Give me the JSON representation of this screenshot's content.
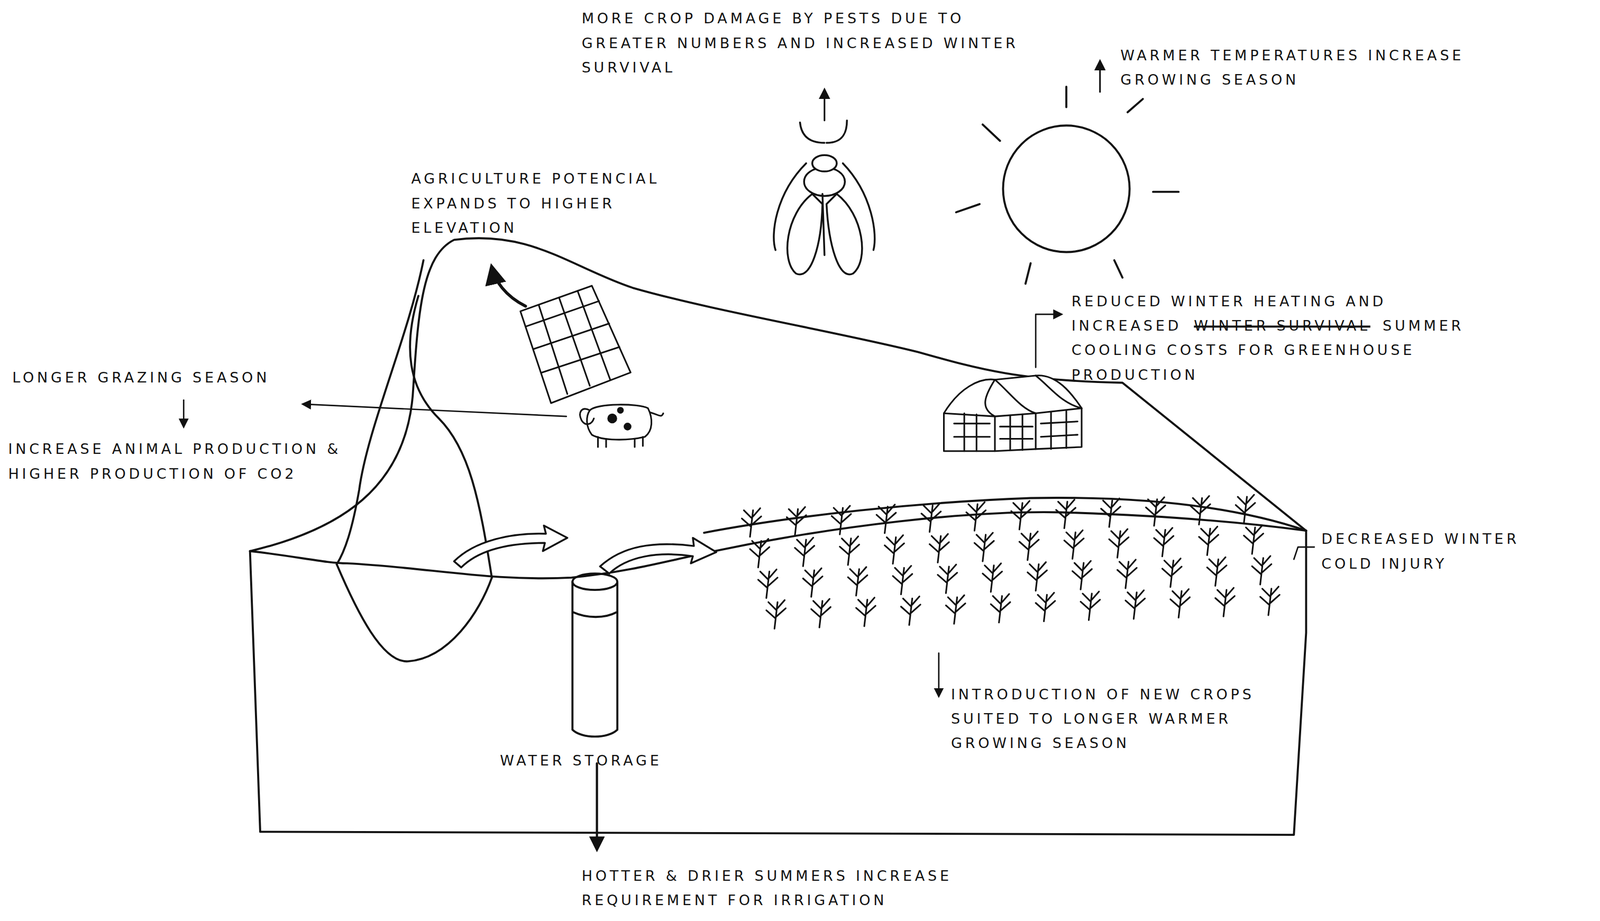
{
  "diagram": {
    "labels": [
      "MORE CROP DAMAGE BY PESTS DUE TO GREATER NUMBERS AND INCREASED WINTER SURVIVAL",
      "WARMER TEMPERATURES INCREASE GROWING SEASON",
      "AGRICULTURE POTENCIAL EXPANDS TO HIGHER ELEVATION",
      "LONGER GRAZING SEASON",
      "INCREASE ANIMAL PRODUCTION & HIGHER PRODUCTION OF CO2",
      "REDUCED WINTER HEATING AND INCREASED",
      "WINTER SURVIVAL",
      "SUMMER COOLING COSTS FOR GREENHOUSE PRODUCTION",
      "DECREASED WINTER COLD INJURY",
      "INTRODUCTION OF NEW CROPS SUITED TO LONGER WARMER GROWING SEASON",
      "WATER STORAGE",
      "HOTTER & DRIER SUMMERS INCREASE REQUIREMENT FOR IRRIGATION"
    ]
  }
}
